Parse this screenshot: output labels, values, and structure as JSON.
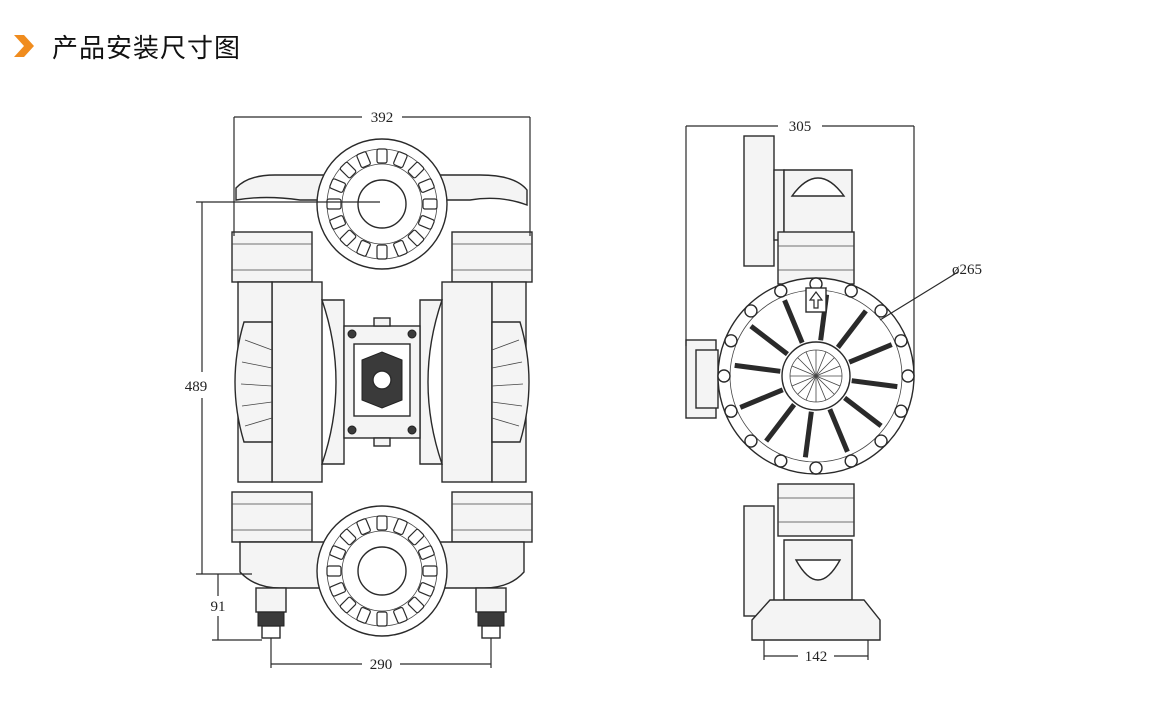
{
  "header": {
    "title": "产品安装尺寸图",
    "accent_color": "#f08c1e",
    "marker_icon": "chevron-right-icon"
  },
  "front_view": {
    "width_label": "392",
    "height_label": "489",
    "base_height_label": "91",
    "foot_span_label": "290"
  },
  "side_view": {
    "depth_label": "305",
    "diaphragm_diameter_label": "ø265",
    "base_width_label": "142",
    "flow_arrow_icon": "arrow-up-icon"
  }
}
